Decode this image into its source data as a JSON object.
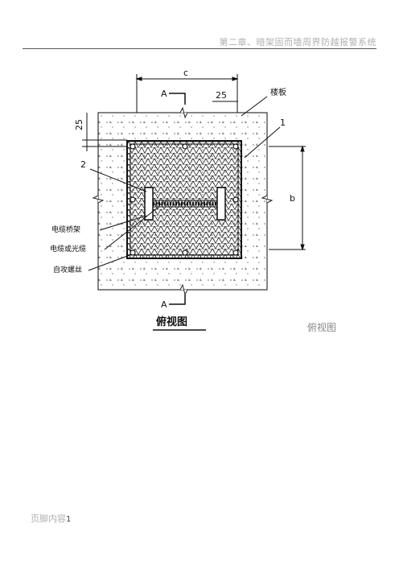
{
  "header": {
    "title": "第二章、暗架固而墙周界防越报警系统"
  },
  "drawing": {
    "dim_c": "c",
    "dim_25_top": "25",
    "dim_25_side": "25",
    "dim_b": "b",
    "section_top": "A",
    "section_bottom": "A",
    "label_floor": "楼板",
    "label_1": "1",
    "label_2": "2",
    "label_tray": "电缆桥架",
    "label_cable": "电缆或光缆",
    "label_screw": "自攻螺丝",
    "view_title": "俯视图"
  },
  "caption": "俯视图",
  "footer": {
    "text": "页脚内容",
    "page": "1"
  }
}
